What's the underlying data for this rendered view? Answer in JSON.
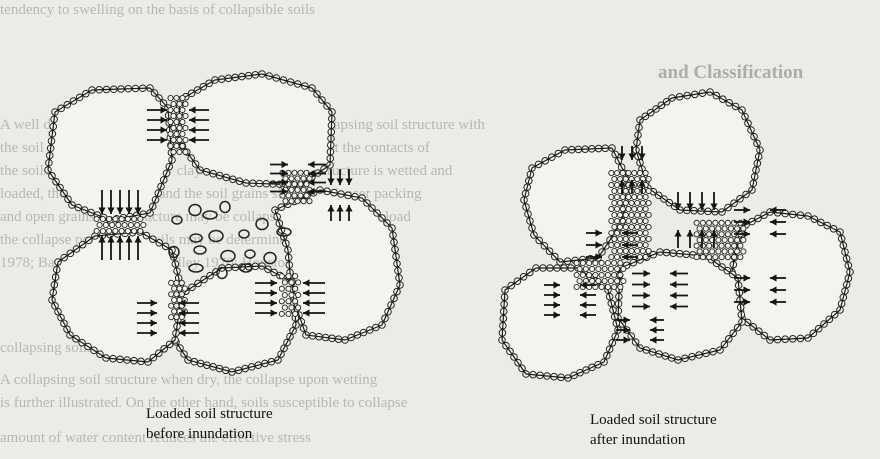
{
  "bleed_through": {
    "top_line": "tendency to swelling on the basis of collapsible soils",
    "heading": "and Classification",
    "lines": [
      "A well documented account of collapsible soils is a collapsing soil structure with",
      "the soil solids arranged in an open state that the bonds at the contacts of",
      "the soils are held together by clay and silt, and if the structure is wetted and",
      "loaded, the bonds weaken and the soil grains slide into denser packing",
      "and open grains. The structure may be collapsed under constant load",
      "the collapse potential of soils may be determined by test",
      "1978; Barden et al. 1973; Dudley 1970; Houston 1988",
      "collapsing soils",
      "A collapsing soil structure when dry, the collapse upon wetting",
      "is further illustrated. On the other hand, soils susceptible to collapse",
      "amount of water content reduces the effective stress"
    ]
  },
  "figure": {
    "left_caption": {
      "line1": "Loaded soil structure",
      "line2": "before inundation"
    },
    "right_caption": {
      "line1": "Loaded soil structure",
      "line2": "after inundation"
    }
  }
}
